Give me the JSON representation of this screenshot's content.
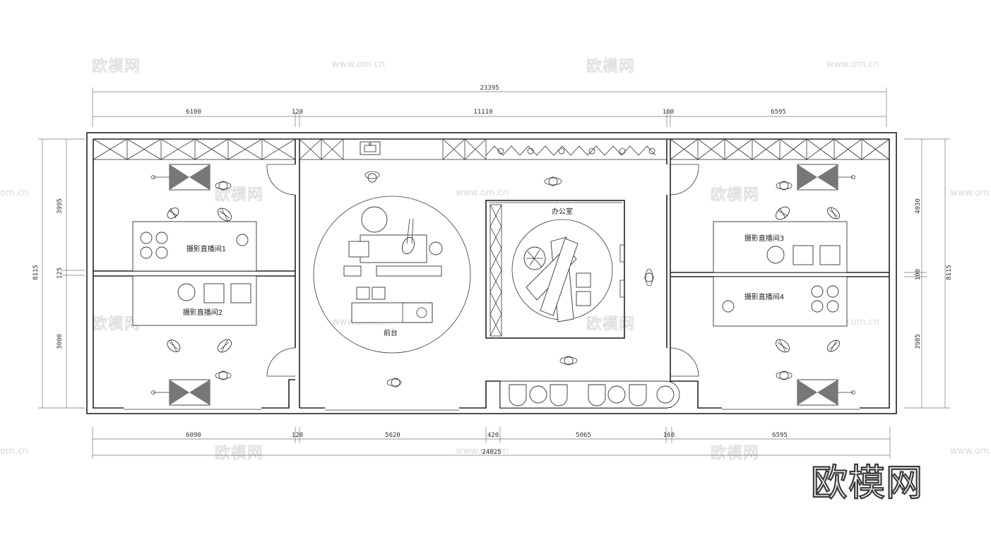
{
  "dimensions": {
    "top_total": "23395",
    "top_segments": [
      "6100",
      "120",
      "11110",
      "100",
      "6595"
    ],
    "bottom_segments": [
      "6090",
      "120",
      "5620",
      "420",
      "5065",
      "160",
      "6595"
    ],
    "bottom_total": "24025",
    "left_total": "8115",
    "left_segments": [
      "3995",
      "125",
      "3000"
    ],
    "right_total": "8115",
    "right_segments": [
      "4030",
      "100",
      "3985"
    ]
  },
  "rooms": {
    "studio_1": "摄影直播间1",
    "studio_2": "摄影直播间2",
    "studio_3": "摄影直播间3",
    "studio_4": "摄影直播间4",
    "reception": "前台",
    "office": "办公室"
  },
  "watermarks": {
    "logo": "欧模网",
    "url": "www.om.cn",
    "url_fragment": "om.cn"
  },
  "brand": "欧模网"
}
